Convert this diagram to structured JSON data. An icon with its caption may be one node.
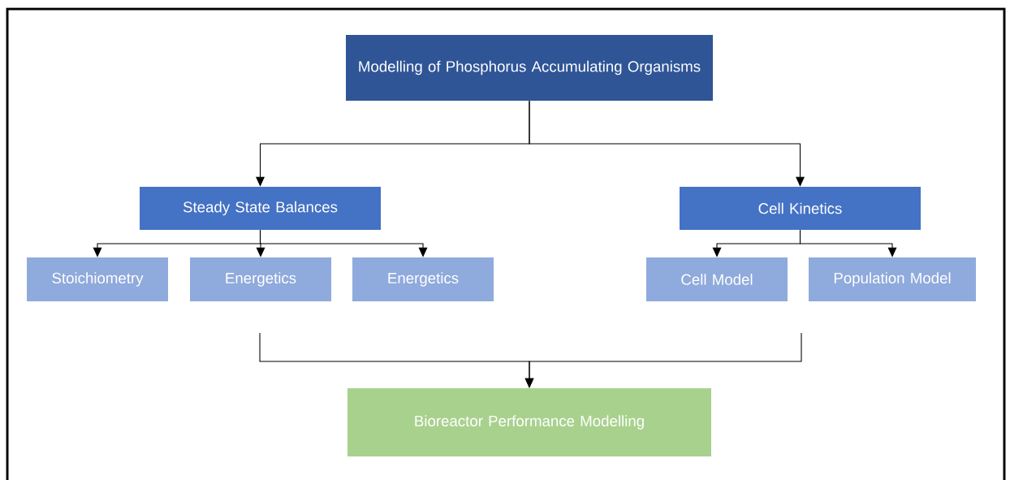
{
  "diagram": {
    "nodes": [
      {
        "text": [
          "Modelling of Phosphorus Accumulating Organisms"
        ]
      },
      {
        "text": [
          "Steady State Balances"
        ]
      },
      {
        "text": [
          "Stoichiometry"
        ]
      },
      {
        "text": [
          "Energetics"
        ]
      },
      {
        "text": [
          "Energetics"
        ]
      },
      {
        "text": [
          "Cell Kinetics"
        ]
      },
      {
        "text": [
          "Cell Model"
        ]
      },
      {
        "text": [
          "Population Model"
        ]
      },
      {
        "text": [
          "Bioreactor Performance Modelling"
        ]
      }
    ],
    "edges": [
      {
        "from": 0,
        "to": 1,
        "arrow": "to"
      },
      {
        "from": 0,
        "to": 5,
        "arrow": "to"
      },
      {
        "from": 1,
        "to": 2,
        "arrow": "to"
      },
      {
        "from": 1,
        "to": 3,
        "arrow": "to"
      },
      {
        "from": 1,
        "to": 4,
        "arrow": "to"
      },
      {
        "from": 5,
        "to": 6,
        "arrow": "to"
      },
      {
        "from": 5,
        "to": 7,
        "arrow": "to"
      },
      {
        "from": null,
        "to": 8,
        "arrow": "to"
      },
      {
        "from": null,
        "to": 8,
        "arrow": "to"
      }
    ]
  }
}
